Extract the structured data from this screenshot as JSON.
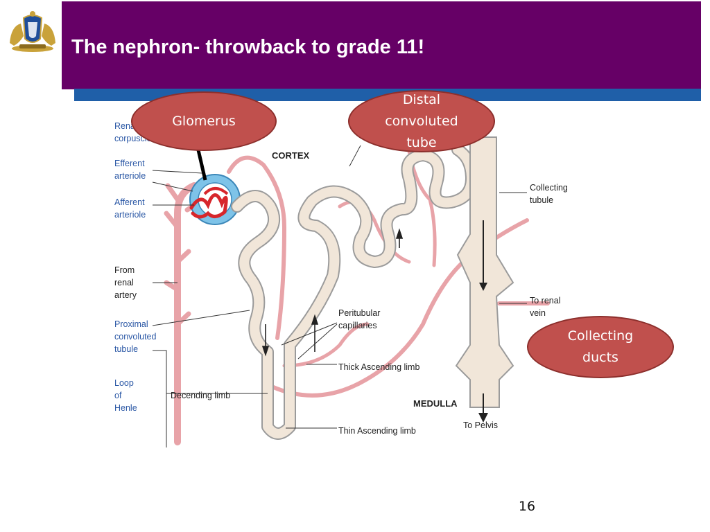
{
  "slide": {
    "title": "The nephron- throwback to grade 11!",
    "page_number": "16",
    "colors": {
      "title_band": "#660066",
      "accent_bar": "#1f5fa8",
      "callout_fill": "#c0504d"
    }
  },
  "crest": {
    "icon": "coat-of-arms-icon"
  },
  "callouts": {
    "glomerus": "Glomerus",
    "distal": [
      "Distal",
      "convoluted",
      "tube"
    ],
    "collecting": [
      "Collecting",
      "ducts"
    ]
  },
  "diagram": {
    "left_labels": {
      "renal_corpuscle": [
        "Renal",
        "corpuscle"
      ],
      "efferent": [
        "Efferent",
        "arteriole"
      ],
      "afferent": [
        "Afferent",
        "arteriole"
      ],
      "from_renal": [
        "From",
        "renal",
        "artery"
      ],
      "proximal": [
        "Proximal",
        "convoluted",
        "tubule"
      ],
      "loop": [
        "Loop",
        "of",
        "Henle"
      ]
    },
    "region_cortex": "CORTEX",
    "region_medulla": "MEDULLA",
    "peritubular": [
      "Peritubular",
      "capillaries"
    ],
    "thick_ascending": "Thick Ascending limb",
    "thin_ascending": "Thin Ascending limb",
    "descending": "Decending limb",
    "collecting_tubule": [
      "Collecting",
      "tubule"
    ],
    "to_renal_vein": [
      "To renal",
      "vein"
    ],
    "to_pelvis": "To Pelvis"
  }
}
